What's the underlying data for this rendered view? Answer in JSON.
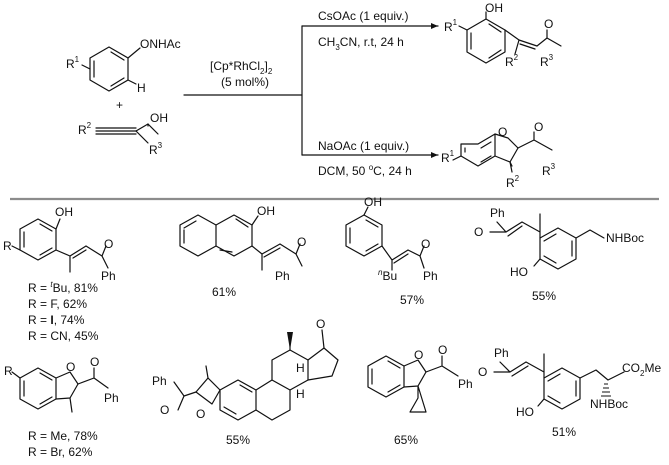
{
  "reactants": {
    "aniline_sub": "R",
    "aniline_sub_num": "1",
    "aniline_group": "ONHAc",
    "aniline_h": "H",
    "plus": "+",
    "alkyne_sub": "R",
    "alkyne_sub_num": "2",
    "alcohol_group": "OH",
    "carbinol_sub": "R",
    "carbinol_sub_num": "3"
  },
  "catalyst": {
    "line1_a": "[Cp*RhCl",
    "line1_sub": "2",
    "line1_b": "]",
    "line1_sub2": "2",
    "line2": "(5 mol%)"
  },
  "conditions_top": {
    "line1": "CsOAc (1 equiv.)",
    "line2_a": "CH",
    "line2_sub": "3",
    "line2_b": "CN, r.t, 24 h"
  },
  "conditions_bottom": {
    "line1": "NaOAc (1 equiv.)",
    "line2_a": "DCM, 50 ",
    "line2_sup": "o",
    "line2_b": "C, 24 h"
  },
  "product_top": {
    "oh": "OH",
    "r1": "R",
    "r1_num": "1",
    "o": "O",
    "r2": "R",
    "r2_num": "2",
    "r3": "R",
    "r3_num": "3"
  },
  "product_bottom": {
    "o_ring": "O",
    "r1": "R",
    "r1_num": "1",
    "o": "O",
    "r2": "R",
    "r2_num": "2",
    "r3": "R",
    "r3_num": "3"
  },
  "examples": {
    "ex1": {
      "oh": "OH",
      "r": "R",
      "o": "O",
      "ph": "Ph",
      "yields": [
        {
          "pre": "R = ",
          "sup": "t",
          "post": "Bu, 81%"
        },
        {
          "pre": "R = F, 62%",
          "sup": "",
          "post": ""
        },
        {
          "pre": "R = ",
          "bold": "I",
          "post": ", 74%"
        },
        {
          "pre": "R = CN, 45%",
          "sup": "",
          "post": ""
        }
      ]
    },
    "ex2": {
      "oh": "OH",
      "o": "O",
      "ph": "Ph",
      "yield": "61%"
    },
    "ex3": {
      "oh": "OH",
      "o": "O",
      "ph": "Ph",
      "bu_sup": "n",
      "bu": "Bu",
      "yield": "57%"
    },
    "ex4": {
      "ph": "Ph",
      "o": "O",
      "nh": "NHBoc",
      "ho": "HO",
      "yield": "55%"
    },
    "ex5": {
      "r": "R",
      "o_ring": "O",
      "o": "O",
      "ph": "Ph",
      "yields": [
        "R = Me, 78%",
        "R = Br, 62%"
      ]
    },
    "ex6": {
      "ph": "Ph",
      "o": "O",
      "o_ring": "O",
      "o_ketone": "O",
      "h1": "H",
      "h2": "H",
      "h3": "H",
      "yield": "55%"
    },
    "ex7": {
      "o_ring": "O",
      "o": "O",
      "ph": "Ph",
      "yield": "65%"
    },
    "ex8": {
      "ph": "Ph",
      "o": "O",
      "co2me": "CO",
      "co2me_sub": "2",
      "co2me_b": "Me",
      "ho": "HO",
      "nhboc": "NHBoc",
      "yield": "51%"
    }
  },
  "colors": {
    "ink": "#111111",
    "divider": "#8c8c8c",
    "background": "#ffffff"
  }
}
